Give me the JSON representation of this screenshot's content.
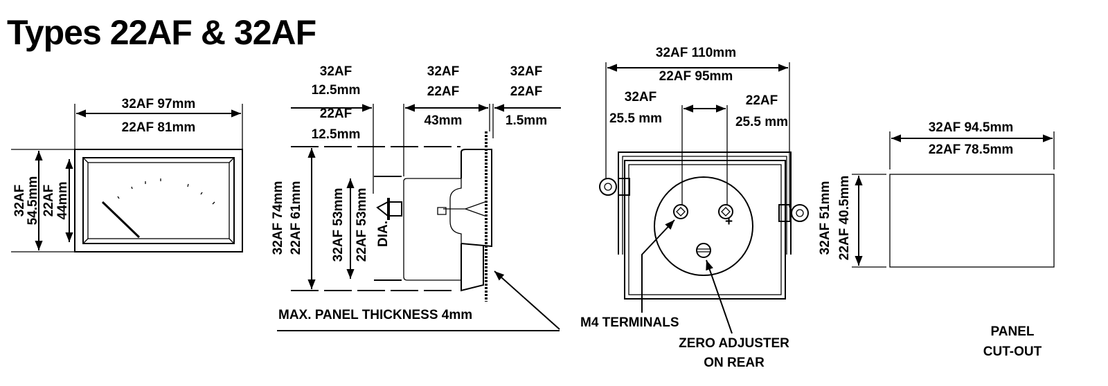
{
  "title": "Types 22AF & 32AF",
  "front_view": {
    "width_32af": "32AF  97mm",
    "width_22af": "22AF  81mm",
    "height_32af_model": "32AF",
    "height_32af_value": "54.5mm",
    "height_22af_model": "22AF",
    "height_22af_value": "44mm"
  },
  "side_view": {
    "front_depth_32af": [
      "32AF",
      "12.5mm"
    ],
    "front_depth_22af": [
      "22AF",
      "12.5mm"
    ],
    "body_depth": [
      "32AF",
      "22AF",
      "43mm"
    ],
    "rear_depth": [
      "32AF",
      "22AF",
      "1.5mm"
    ],
    "height_32af": "32AF  74mm",
    "height_22af": "22AF  61mm",
    "dia_32af": "32AF 53mm",
    "dia_22af": "22AF  53mm",
    "dia_label": "DIA.",
    "panel_note": "MAX. PANEL THICKNESS 4mm"
  },
  "rear_view": {
    "width_32af": "32AF  110mm",
    "width_22af": "22AF  95mm",
    "terminal_32af": [
      "32AF",
      "25.5 mm"
    ],
    "terminal_22af": [
      "22AF",
      "25.5 mm"
    ],
    "plus_sign": "+",
    "terminals_label": "M4 TERMINALS",
    "zero_adjuster_label": [
      "ZERO ADJUSTER",
      "ON REAR"
    ]
  },
  "panel_cutout": {
    "width_32af": "32AF  94.5mm",
    "width_22af": "22AF  78.5mm",
    "height_32af": "32AF   51mm",
    "height_22af": "22AF  40.5mm",
    "label": [
      "PANEL",
      "CUT-OUT"
    ]
  }
}
